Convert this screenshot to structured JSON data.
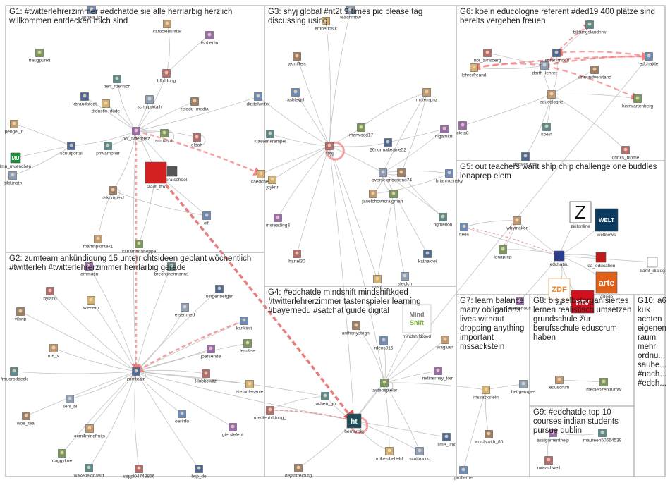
{
  "groups": [
    {
      "id": "G1",
      "title_lines": [
        "G1: #twitterlehrerzimmer #edchatde sie alle herrlarbig herzlich",
        "willkommen entdecken mich sind"
      ],
      "label_color": "#1a3a9c",
      "nodes": [
        "annika_ict",
        "carocleusritter",
        "fraugpunkt",
        "tsbberlin",
        "herr_foertsch",
        "bfbildung",
        "kbrandstedt",
        "didactic_dude",
        "schulportalh",
        "reledu_media",
        "_digitalwriter_",
        "pengel_n",
        "smudsch",
        "bot_twlehrerz",
        "phwampfler",
        "eloah",
        "schulportal",
        "lmu_muenchen",
        "makeratschool",
        "caedchen",
        "bildungtn",
        "stadt_ffm",
        "dskompeid",
        "cffl",
        "martinplontek1",
        "carlamarlahoppe"
      ]
    },
    {
      "id": "G2",
      "title_lines": [
        "G2: zumteam ankündigung 15 unterrichtsideen geplant wöchentlich",
        "#twitterleh #twitterlehrerzimmer herrlarbig gerade"
      ],
      "label_color": "#1a3a9c",
      "nodes": [
        "iammatin",
        "brechtinermanns",
        "byland",
        "bingenberger",
        "wiesem",
        "elsenmed",
        "vilsrip",
        "karlkirst",
        "me_v",
        "lemilise",
        "joersende",
        "fraugroddeck",
        "klubkowitz",
        "zumteam",
        "stefanlesenie",
        "senl_bl",
        "woe_real",
        "oerinfo",
        "ocm4mindfruits",
        "daggykoe",
        "gierslefenf",
        "wakefielddavid",
        "seppl04748856",
        "bsp_de"
      ]
    },
    {
      "id": "G3",
      "title_lines": [
        "G3: shyj global #nt2t 9 times pic please tag",
        "discussing using"
      ],
      "label_color": "#1a3a9c",
      "nodes": [
        "emberlosik",
        "teachmbw",
        "akmiffels",
        "ashleyjrl",
        "mrkempnz",
        "rharwood17",
        "nigamkrit",
        "klassenkrempel",
        "shyj",
        "26normaljeanie52",
        "joyknr",
        "overselone",
        "isorieno74",
        "brianrozinsky",
        "janetchowr",
        "craigmah",
        "msreading3",
        "ngmelton",
        "hartel30",
        "kathakrei",
        "mshl",
        "sfeclch"
      ]
    },
    {
      "id": "G4",
      "title_lines": [
        "G4: #edchatde mindshift mindshiftkqed",
        "#twitterlehrerzimmer tastenspieler learning",
        "#bayernedu #satchat guide digital"
      ],
      "label_color": "#1a3a9c",
      "nodes": [
        "anthonystogni",
        "mindshiftkqed",
        "rdens915",
        "wagluer",
        "tastenspieler",
        "mdinerney_tom",
        "jochen_go",
        "medienbildung_",
        "herrlarbig",
        "lime_link",
        "mikelubelfeld",
        "scottrocco",
        "dejanfreiburg"
      ]
    },
    {
      "id": "G5",
      "title_lines": [
        "G5: out teachers want ship chip challenge one buddies",
        "ionaprep elem"
      ],
      "label_color": "#8b0000",
      "nodes": [
        "ftees",
        "whymaker",
        "zeitonline",
        "weltnews",
        "ionaprep",
        "edchateu",
        "lea_education",
        "bamf_dialog",
        "zdf",
        "ntv",
        "artede",
        "elemenous"
      ]
    },
    {
      "id": "G6",
      "title_lines": [
        "G6: koeln educologne referent #ded19 400 plätze sind",
        "bereits vergeben freuen"
      ],
      "label_color": "#c07a00",
      "nodes": [
        "bildungslandnrw",
        "ffbr_arnsberg",
        "lehrer_innen",
        "lehrerfreund",
        "darth_lehrer",
        "sinnundverstand",
        "edchatde",
        "educologne",
        "herrwartenberg",
        "cleta8",
        "koeln",
        "drinks_blome",
        "gerster_nrw"
      ]
    },
    {
      "id": "G7",
      "title_lines": [
        "G7: learn balance",
        "many obligations",
        "lives without",
        "dropping anything",
        "important",
        "mssackstein"
      ],
      "label_color": "#c07a00",
      "nodes": [
        "mssackstein",
        "bettgeorges",
        "wordsmith_65",
        "profteme"
      ]
    },
    {
      "id": "G8",
      "title_lines": [
        "G8: bis selbstorganisiertes",
        "lernen realistisch umsetzen",
        "grundschule zur",
        "berufsschule eduscrum",
        "haben"
      ],
      "label_color": "#4a8a00",
      "nodes": [
        "eduscrum",
        "medienzentrumw"
      ]
    },
    {
      "id": "G9",
      "title_lines": [
        "G9: #edchatde top 10",
        "courses indian students",
        "pursue dublin"
      ],
      "label_color": "#a0008a",
      "nodes": [
        "assignmenthelp",
        "maureen50564539",
        "mreachwell"
      ]
    },
    {
      "id": "G10",
      "title_lines": [
        "G10: a6",
        "kuk",
        "achten",
        "eigenen",
        "raum",
        "mehr",
        "ordnu...",
        "saube...",
        "#nach...",
        "#edch..."
      ],
      "label_color": "#1a3a9c",
      "nodes": []
    }
  ],
  "colors": {
    "edge": "#b8b8b8",
    "strong_edge": "#f08080",
    "strong_edge_dark": "#e05050",
    "panel_border": "#9a9a9a"
  },
  "logos": {
    "zeit": "Z",
    "welt": "WELT",
    "arte": "arte",
    "zdf": "ZDF",
    "ntv": "ntv",
    "mindshift": [
      "Mind",
      "Shift"
    ],
    "herrlarbig": "ht",
    "mu": "MU"
  }
}
